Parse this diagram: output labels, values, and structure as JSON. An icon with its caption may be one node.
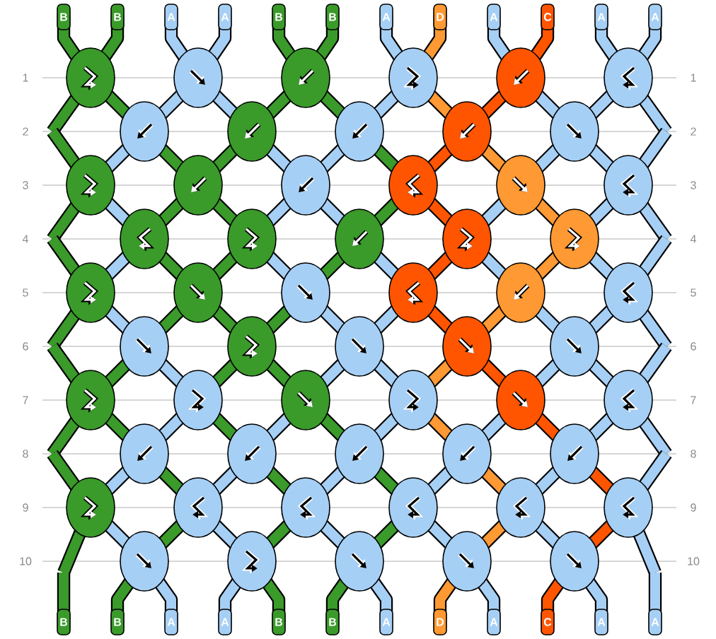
{
  "diagram": {
    "labels": [
      "B",
      "B",
      "A",
      "A",
      "B",
      "B",
      "A",
      "D",
      "A",
      "C",
      "A",
      "A",
      "1",
      "1",
      "2",
      "2",
      "3",
      "3",
      "4",
      "4",
      "5",
      "5",
      "6",
      "6",
      "7",
      "7",
      "8",
      "8",
      "9",
      "9",
      "10",
      "10",
      "B",
      "B",
      "A",
      "A",
      "B",
      "B",
      "A",
      "D",
      "A",
      "C",
      "A",
      "A"
    ]
  }
}
